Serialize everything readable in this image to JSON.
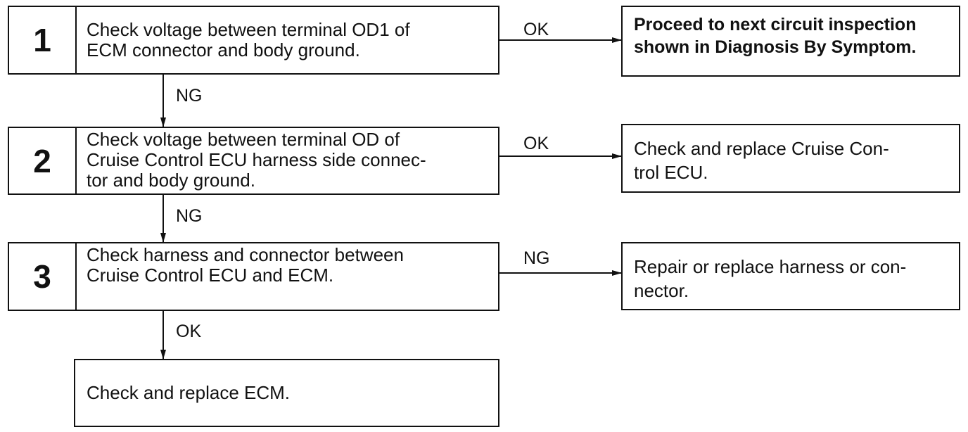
{
  "steps": [
    {
      "num": "1",
      "lines": [
        "Check voltage between terminal OD1 of",
        "ECM connector and body ground."
      ]
    },
    {
      "num": "2",
      "lines": [
        "Check voltage between terminal OD of",
        "Cruise Control ECU harness side connec-",
        "tor and body ground."
      ]
    },
    {
      "num": "3",
      "lines": [
        "Check harness and connector between",
        "Cruise Control ECU and ECM."
      ]
    }
  ],
  "results": [
    {
      "lines": [
        "Proceed to next circuit inspection",
        "shown in Diagnosis By Symptom."
      ]
    },
    {
      "lines": [
        "Check and replace Cruise Con-",
        "trol ECU."
      ]
    },
    {
      "lines": [
        "Repair or replace harness or con-",
        "nector."
      ]
    }
  ],
  "final": {
    "lines": [
      "Check and replace ECM."
    ]
  },
  "labels": {
    "s1_right": "OK",
    "s1_down": "NG",
    "s2_right": "OK",
    "s2_down": "NG",
    "s3_right": "NG",
    "s3_down": "OK"
  }
}
